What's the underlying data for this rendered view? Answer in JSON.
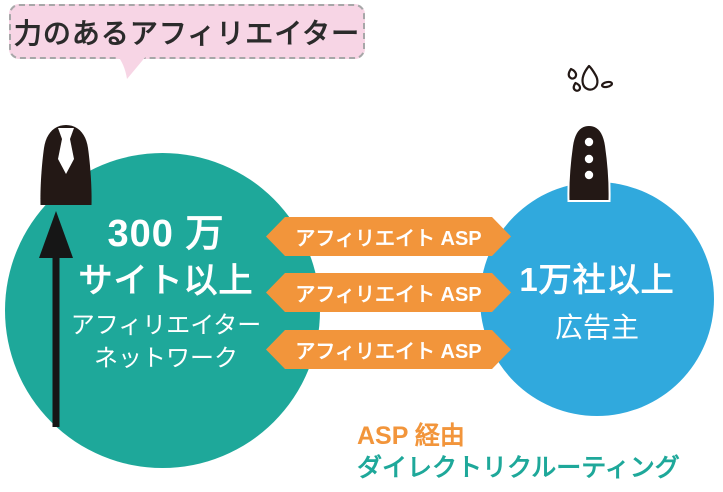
{
  "colors": {
    "teal": "#1EA89A",
    "blue": "#30A9DD",
    "orange": "#F2953B",
    "pink": "#F7D5E5",
    "pink_border": "#A7A7A8",
    "ink": "#231815",
    "ink_text": "#2B2B2B",
    "white": "#FFFFFF"
  },
  "bubble": {
    "label": "力のあるアフィリエイター"
  },
  "left_circle": {
    "stat_line1": "300 万",
    "stat_line2": "サイト以上",
    "caption_line1": "アフィリエイター",
    "caption_line2": "ネットワーク"
  },
  "right_circle": {
    "stat": "1万社以上",
    "caption": "広告主"
  },
  "banners": [
    {
      "label": "アフィリエイト ASP"
    },
    {
      "label": "アフィリエイト ASP"
    },
    {
      "label": "アフィリエイト ASP"
    }
  ],
  "footer": {
    "line1": "ASP 経由",
    "line2": "ダイレクトリクルーティング"
  },
  "icons": {
    "left_person": "businessperson-tie-icon",
    "right_person": "businessperson-suit-icon",
    "sweat": "sweat-marks-icon",
    "arrow": "up-arrow-icon"
  }
}
